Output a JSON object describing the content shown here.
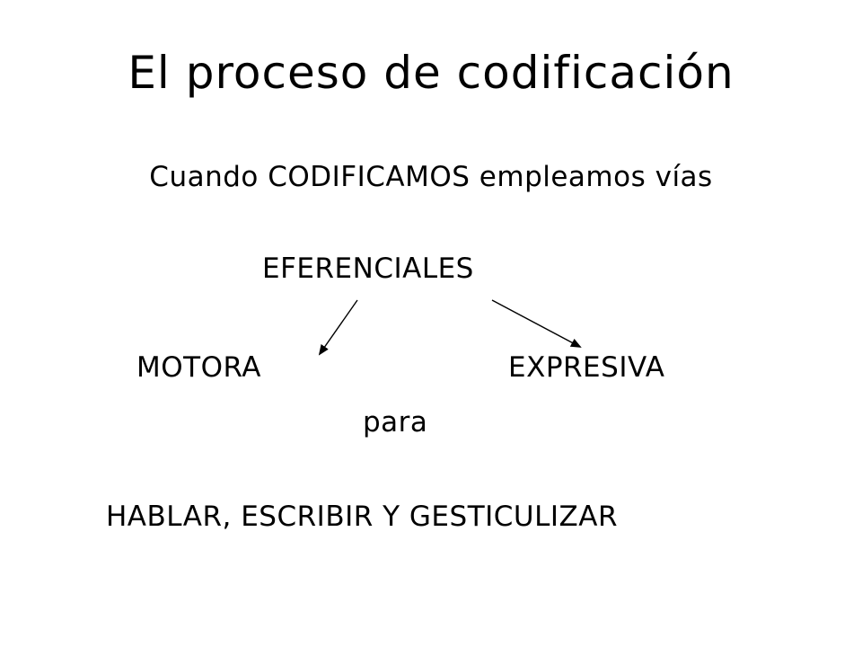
{
  "slide": {
    "title": "El proceso de codificación",
    "line1": "Cuando CODIFICAMOS empleamos vías",
    "center_term": "EFERENCIALES",
    "branch_left": "MOTORA",
    "branch_right": "EXPRESIVA",
    "connector": "para",
    "outcome": "HABLAR, ESCRIBIR Y GESTICULIZAR"
  },
  "colors": {
    "background": "#ffffff",
    "text": "#000000"
  }
}
